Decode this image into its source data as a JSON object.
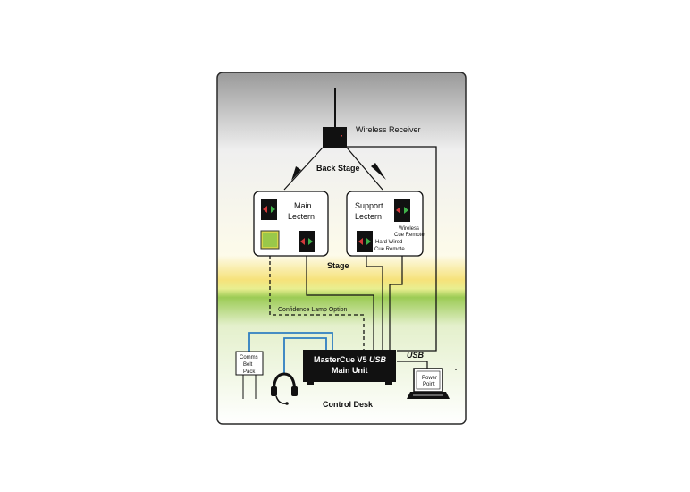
{
  "labels": {
    "wireless_receiver": "Wireless Receiver",
    "back_stage": "Back Stage",
    "main_lectern_1": "Main",
    "main_lectern_2": "Lectern",
    "support_lectern_1": "Support",
    "support_lectern_2": "Lectern",
    "wireless_cue_remote_1": "Wireless",
    "wireless_cue_remote_2": "Cue Remote",
    "hard_wired_1": "Hard Wired",
    "hard_wired_2": "Cue Remote",
    "stage": "Stage",
    "confidence_lamp": "Confidence Lamp Option",
    "main_unit_1a": "MasterCue V5 ",
    "main_unit_1b": "USB",
    "main_unit_2": "Main Unit",
    "usb": "USB",
    "comms_1": "Comms",
    "comms_2": "Belt",
    "comms_3": "Pack",
    "power_1": "Power",
    "power_2": "Point",
    "control_desk": "Control Desk"
  },
  "colors": {
    "frame": "#2a2a2a",
    "stage_band": "#f5e27a",
    "desk_green": "#8fc24a",
    "blue_cable": "#2f7fc1",
    "arrow_red": "#d43a3a",
    "arrow_green": "#3fb24a",
    "lamp_yellow": "#e8e04a"
  }
}
